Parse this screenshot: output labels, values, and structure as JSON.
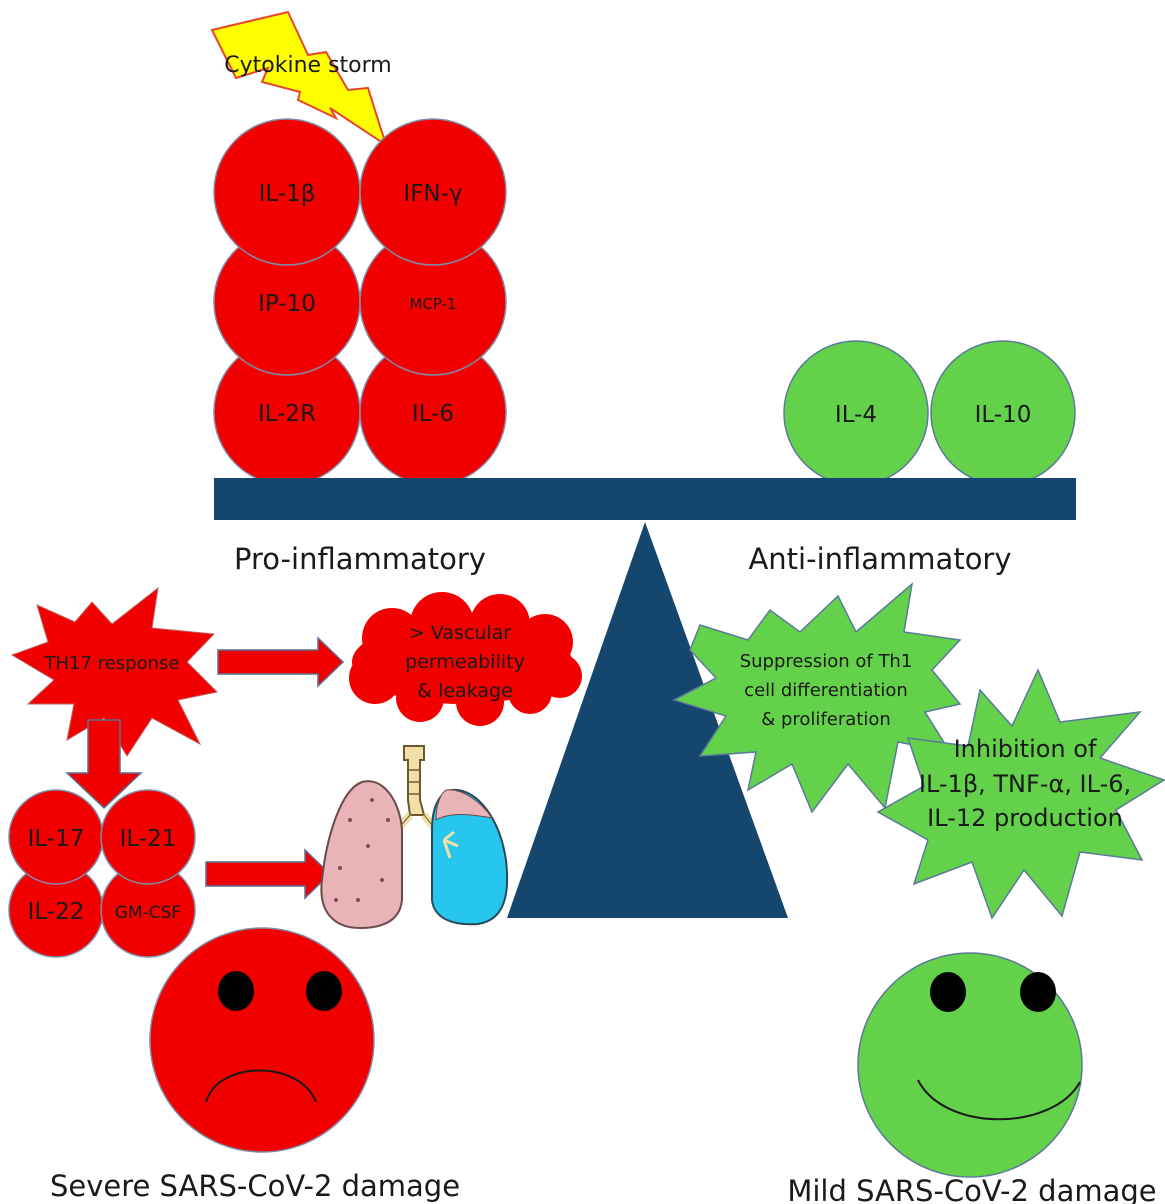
{
  "storm": {
    "label": "Cytokine storm"
  },
  "pro_cytokines": [
    "IL-1β",
    "IFN-γ",
    "IP-10",
    "MCP-1",
    "IL-2R",
    "IL-6"
  ],
  "anti_cytokines": [
    "IL-4",
    "IL-10"
  ],
  "sides": {
    "pro": "Pro-inflammatory",
    "anti": "Anti-inflammatory"
  },
  "th17": {
    "label": "TH17 response",
    "effect_lines": [
      "> Vascular",
      "permeability",
      "& leakage"
    ],
    "cytokines": [
      "IL-17",
      "IL-21",
      "IL-22",
      "GM-CSF"
    ]
  },
  "anti_effects": {
    "suppression_lines": [
      "Suppression of Th1",
      "cell differentiation",
      "& proliferation"
    ],
    "inhibition_lines": [
      "Inhibition of",
      "IL-1β, TNF-α, IL-6,",
      "IL-12 production"
    ]
  },
  "outcomes": {
    "severe": "Severe SARS-CoV-2 damage",
    "mild": "Mild SARS-CoV-2 damage"
  },
  "colors": {
    "pro": "#f20000",
    "anti": "#63d14a",
    "balance": "#15466e",
    "bolt": "#ffff00",
    "lung_healthy": "#e8b4b8",
    "lung_fluid": "#27c6ee"
  }
}
